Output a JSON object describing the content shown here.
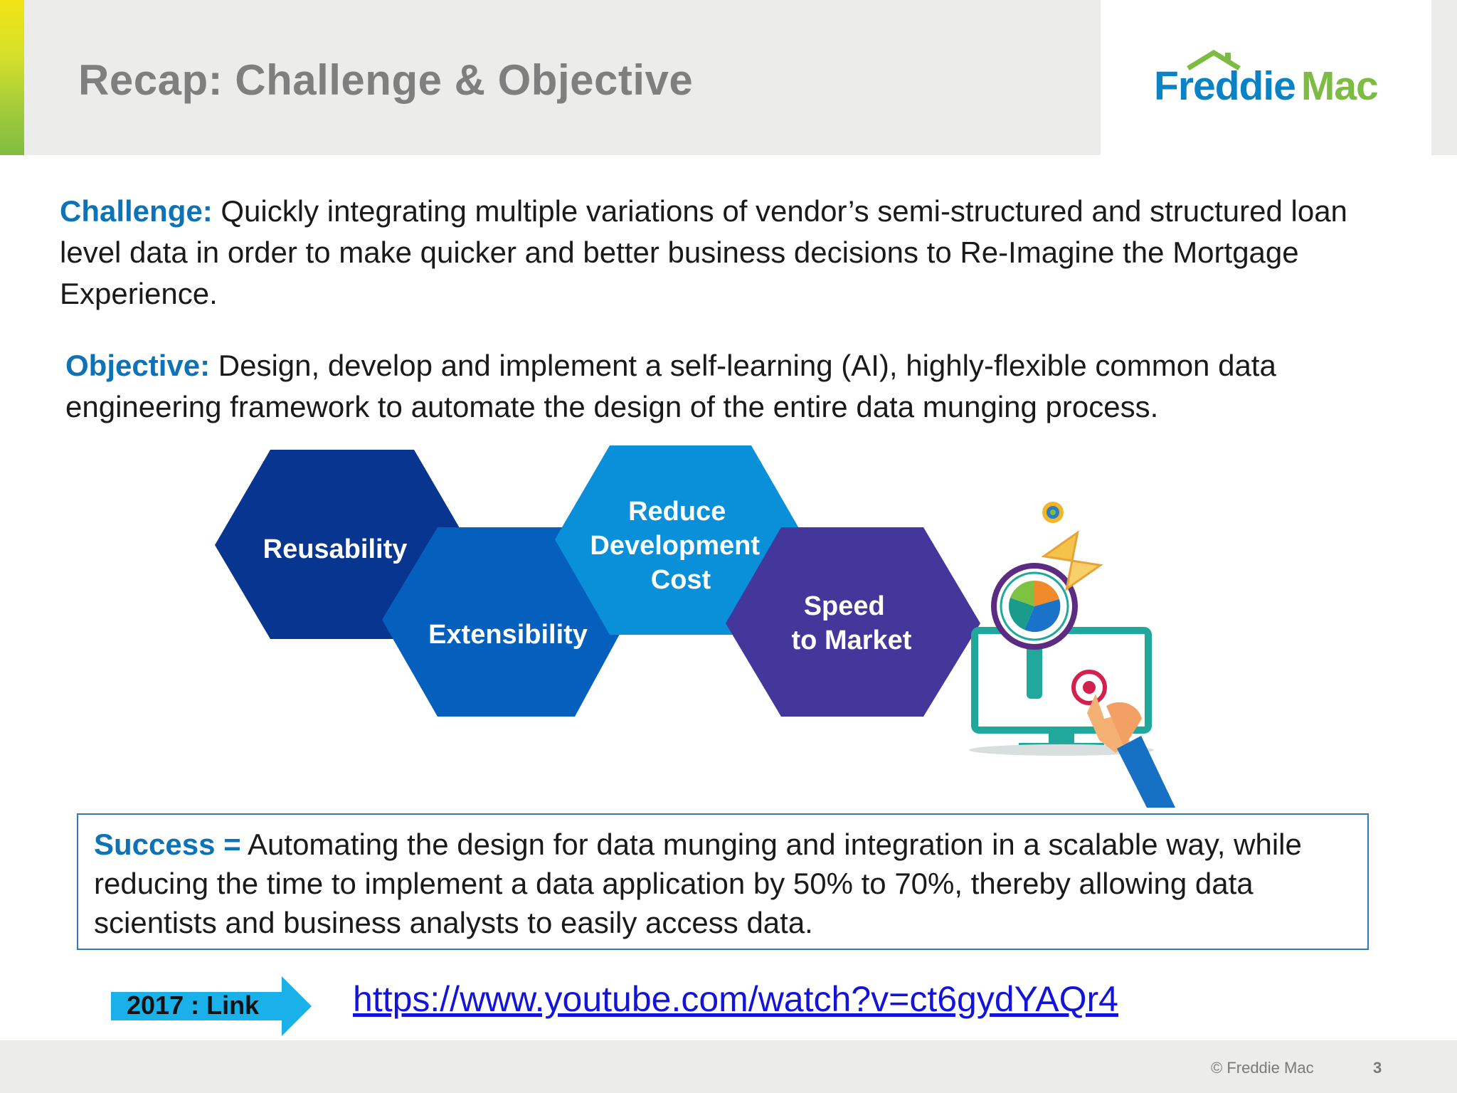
{
  "header": {
    "title": "Recap: Challenge & Objective",
    "logo": {
      "word1": "Freddie",
      "word2": "Mac"
    }
  },
  "challenge": {
    "lead": "Challenge:",
    "text": "Quickly integrating multiple variations of vendor’s semi-structured and structured loan level data in order to make quicker and better business decisions to Re-Imagine the Mortgage Experience."
  },
  "objective": {
    "lead": "Objective:",
    "text": "Design, develop and implement a self-learning (AI), highly-flexible common data engineering framework to automate the design of the entire data munging process."
  },
  "hexagons": [
    {
      "lines": [
        "Reusability"
      ],
      "color": "#073590"
    },
    {
      "lines": [
        "Extensibility"
      ],
      "color": "#055fbd"
    },
    {
      "lines": [
        "Reduce",
        "Development",
        "Cost"
      ],
      "color": "#0a8fd9"
    },
    {
      "lines": [
        "Speed",
        "to Market"
      ],
      "color": "#44379b"
    }
  ],
  "success": {
    "lead": "Success =",
    "text": "Automating the design for data munging and integration in a scalable way, while reducing the time to implement a data application by 50% to 70%, thereby allowing data scientists and business analysts to easily access data."
  },
  "link": {
    "label": "2017 : Link",
    "url": "https://www.youtube.com/watch?v=ct6gydYAQr4"
  },
  "footer": {
    "copyright": "©  Freddie Mac",
    "page_number": "3"
  },
  "colors": {
    "accent_blue": "#0d72b6",
    "brand_green": "#7dbc42",
    "brand_blue": "#0a82c6",
    "link": "#1414d8"
  },
  "icons": [
    "monitor-icon",
    "magnifier-icon",
    "pie-chart-icon",
    "hourglass-icon",
    "hand-pointer-icon",
    "target-icon",
    "coin-icon"
  ]
}
